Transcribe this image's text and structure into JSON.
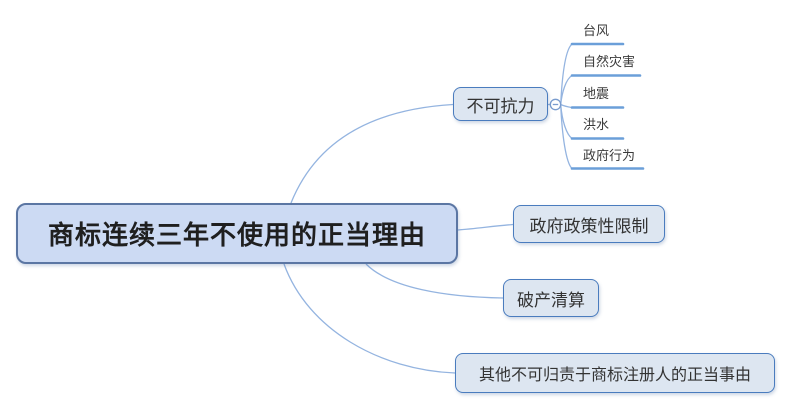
{
  "mindmap": {
    "root": {
      "label": "商标连续三年不使用的正当理由"
    },
    "branches": [
      {
        "label": "不可抗力",
        "toggle_icon": "minus-icon",
        "children": [
          {
            "label": "台风"
          },
          {
            "label": "自然灾害"
          },
          {
            "label": "地震"
          },
          {
            "label": "洪水"
          },
          {
            "label": "政府行为"
          }
        ]
      },
      {
        "label": "政府政策性限制"
      },
      {
        "label": "破产清算"
      },
      {
        "label": "其他不可归责于商标注册人的正当事由"
      }
    ],
    "colors": {
      "background": "#ffffff",
      "root_fill": "#ccdaf3",
      "root_border": "#5b76a3",
      "node_fill": "#dde6f1",
      "node_border": "#4a7cbe",
      "connector": "#94b4e0",
      "underline": "#6b9fd9",
      "toggle_border": "#7a9cce",
      "toggle_fill": "#ffffff",
      "text": "#333333"
    }
  }
}
